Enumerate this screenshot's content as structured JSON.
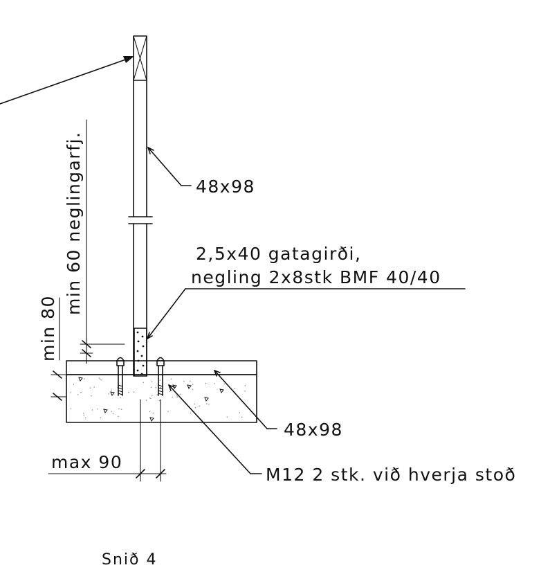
{
  "labels": {
    "post_size": "48x98",
    "sill_size": "48x98",
    "hanger_line1": "2,5x40 gatagirði,",
    "hanger_line2": "negling 2x8stk BMF 40/40",
    "dim_min80": "min 80",
    "dim_min60": "min 60 neglingarfj.",
    "dim_max90": "max 90",
    "bolt_note": "M12 2 stk. við hverja stoð"
  },
  "caption": "Snið 4",
  "colors": {
    "ink": "#111111",
    "paper": "#ffffff"
  }
}
